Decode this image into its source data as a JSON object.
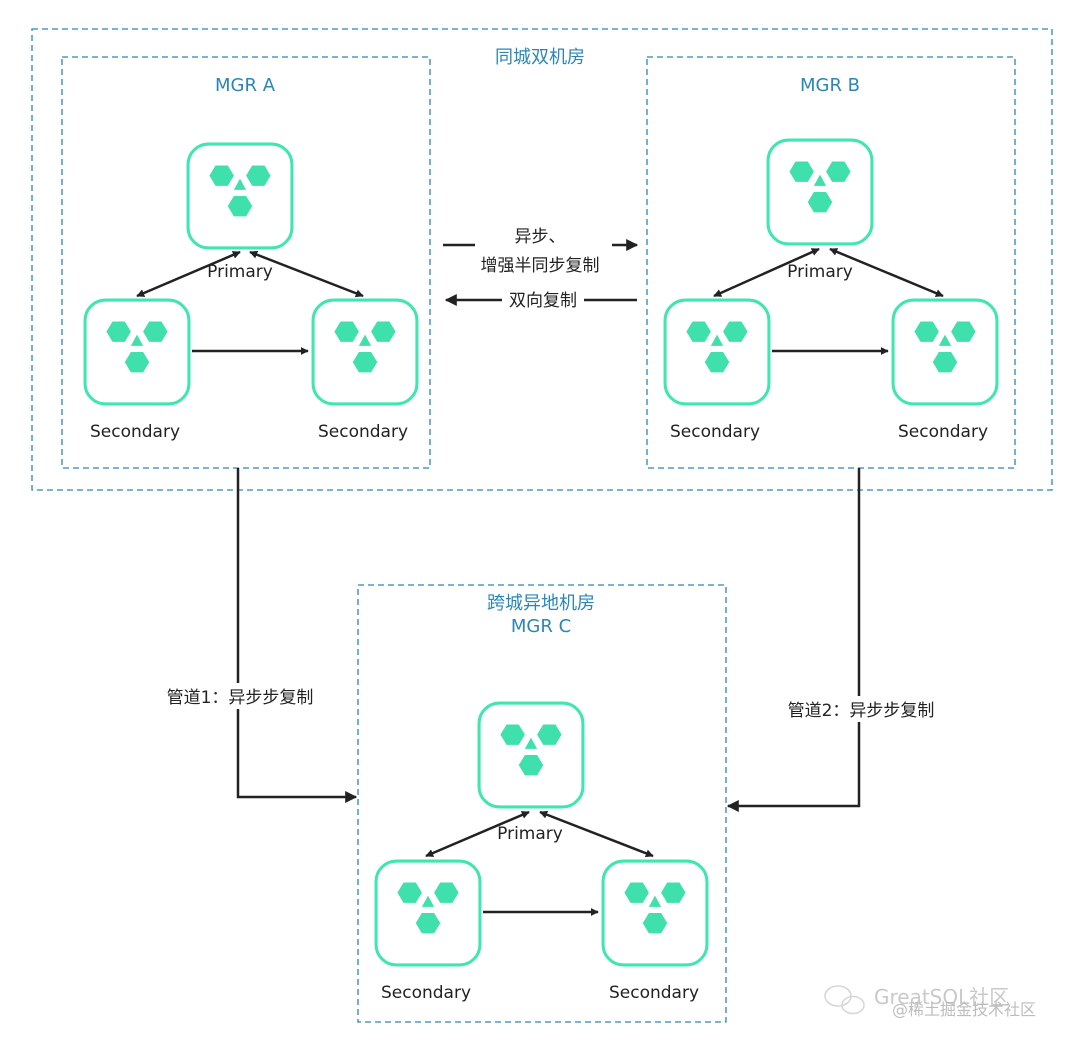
{
  "regions": {
    "same_city": {
      "title": "同城双机房"
    },
    "mgr_a": {
      "title": "MGR A",
      "primary": "Primary",
      "secondary_left": "Secondary",
      "secondary_right": "Secondary"
    },
    "mgr_b": {
      "title": "MGR B",
      "primary": "Primary",
      "secondary_left": "Secondary",
      "secondary_right": "Secondary"
    },
    "mgr_c": {
      "title_line1": "跨城异地机房",
      "title_line2": "MGR C",
      "primary": "Primary",
      "secondary_left": "Secondary",
      "secondary_right": "Secondary"
    }
  },
  "links": {
    "ab_forward_line1": "异步、",
    "ab_forward_line2": "增强半同步复制",
    "ab_backward": "双向复制",
    "pipe1": "管道1：异步步复制",
    "pipe2": "管道2：异步步复制"
  },
  "watermark": {
    "line1": "GreatSQL社区",
    "line2": "@稀土掘金技术社区"
  },
  "colors": {
    "frame": "#2a86b5",
    "node_border": "#3fe6b0",
    "node_fill": "#3fe0ab",
    "arrow": "#222222"
  },
  "icons": [
    "database-node-icon",
    "wechat-icon"
  ]
}
